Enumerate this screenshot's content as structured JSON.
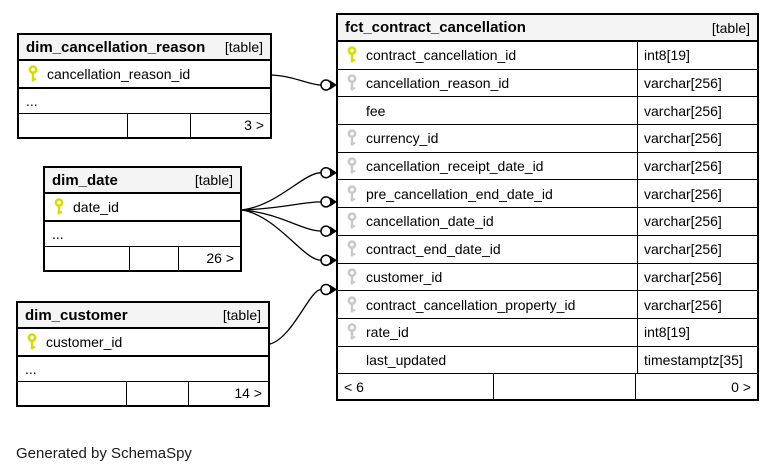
{
  "diagram": {
    "generated_by": "Generated by SchemaSpy"
  },
  "colors": {
    "primary_key": "#d8da00",
    "foreign_key": "#c9c9c9",
    "table_header_bg": "#f4f4f4",
    "line": "#000000"
  },
  "tables": {
    "fct_contract_cancellation": {
      "title": "fct_contract_cancellation",
      "badge": "[table]",
      "columns": [
        {
          "name": "contract_cancellation_id",
          "type": "int8[19]",
          "key": "primary"
        },
        {
          "name": "cancellation_reason_id",
          "type": "varchar[256]",
          "key": "foreign"
        },
        {
          "name": "fee",
          "type": "varchar[256]",
          "key": ""
        },
        {
          "name": "currency_id",
          "type": "varchar[256]",
          "key": "foreign"
        },
        {
          "name": "cancellation_receipt_date_id",
          "type": "varchar[256]",
          "key": "foreign"
        },
        {
          "name": "pre_cancellation_end_date_id",
          "type": "varchar[256]",
          "key": "foreign"
        },
        {
          "name": "cancellation_date_id",
          "type": "varchar[256]",
          "key": "foreign"
        },
        {
          "name": "contract_end_date_id",
          "type": "varchar[256]",
          "key": "foreign"
        },
        {
          "name": "customer_id",
          "type": "varchar[256]",
          "key": "foreign"
        },
        {
          "name": "contract_cancellation_property_id",
          "type": "varchar[256]",
          "key": "foreign"
        },
        {
          "name": "rate_id",
          "type": "int8[19]",
          "key": "foreign"
        },
        {
          "name": "last_updated",
          "type": "timestamptz[35]",
          "key": ""
        }
      ],
      "footer": {
        "left": "< 6",
        "right": "0 >"
      }
    },
    "dim_cancellation_reason": {
      "title": "dim_cancellation_reason",
      "badge": "[table]",
      "columns": [
        {
          "name": "cancellation_reason_id",
          "key": "primary"
        }
      ],
      "ellipsis": "...",
      "footer": {
        "right": "3 >"
      }
    },
    "dim_date": {
      "title": "dim_date",
      "badge": "[table]",
      "columns": [
        {
          "name": "date_id",
          "key": "primary"
        }
      ],
      "ellipsis": "...",
      "footer": {
        "right": "26 >"
      }
    },
    "dim_customer": {
      "title": "dim_customer",
      "badge": "[table]",
      "columns": [
        {
          "name": "customer_id",
          "key": "primary"
        }
      ],
      "ellipsis": "...",
      "footer": {
        "right": "14 >"
      }
    }
  },
  "relationships": [
    {
      "from": "dim_cancellation_reason.cancellation_reason_id",
      "to": "fct_contract_cancellation.cancellation_reason_id"
    },
    {
      "from": "dim_date.date_id",
      "to": "fct_contract_cancellation.cancellation_receipt_date_id"
    },
    {
      "from": "dim_date.date_id",
      "to": "fct_contract_cancellation.pre_cancellation_end_date_id"
    },
    {
      "from": "dim_date.date_id",
      "to": "fct_contract_cancellation.cancellation_date_id"
    },
    {
      "from": "dim_date.date_id",
      "to": "fct_contract_cancellation.contract_end_date_id"
    },
    {
      "from": "dim_customer.customer_id",
      "to": "fct_contract_cancellation.customer_id"
    }
  ]
}
